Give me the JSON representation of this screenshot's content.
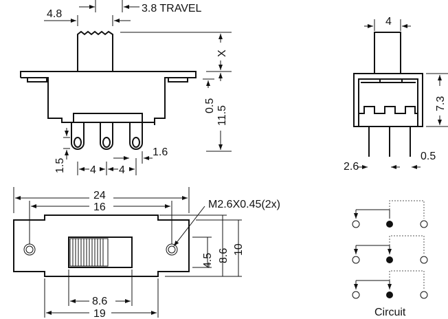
{
  "front_view": {
    "stem_width": "4.8",
    "travel": "3.8 TRAVEL",
    "actuator_height": "X",
    "offset": "0.5",
    "height": "11.5",
    "pin_width": "1.6",
    "pin_hole": "1.5",
    "pitch_1": "4",
    "pitch_2": "4"
  },
  "side_view": {
    "stem_width": "4",
    "body_height": "7.3",
    "pin_span": "2.6",
    "pin_thickness": "0.5"
  },
  "bottom_view": {
    "overall_length": "24",
    "hole_spacing": "16",
    "screw": "M2.6X0.45(2x)",
    "slot_width": "4.5",
    "body_width": "8.6",
    "plate_width": "10",
    "slot_length": "8.6",
    "body_length": "19"
  },
  "circuit": {
    "label": "Circuit"
  },
  "colors": {
    "line": "#111111",
    "background": "#ffffff"
  }
}
